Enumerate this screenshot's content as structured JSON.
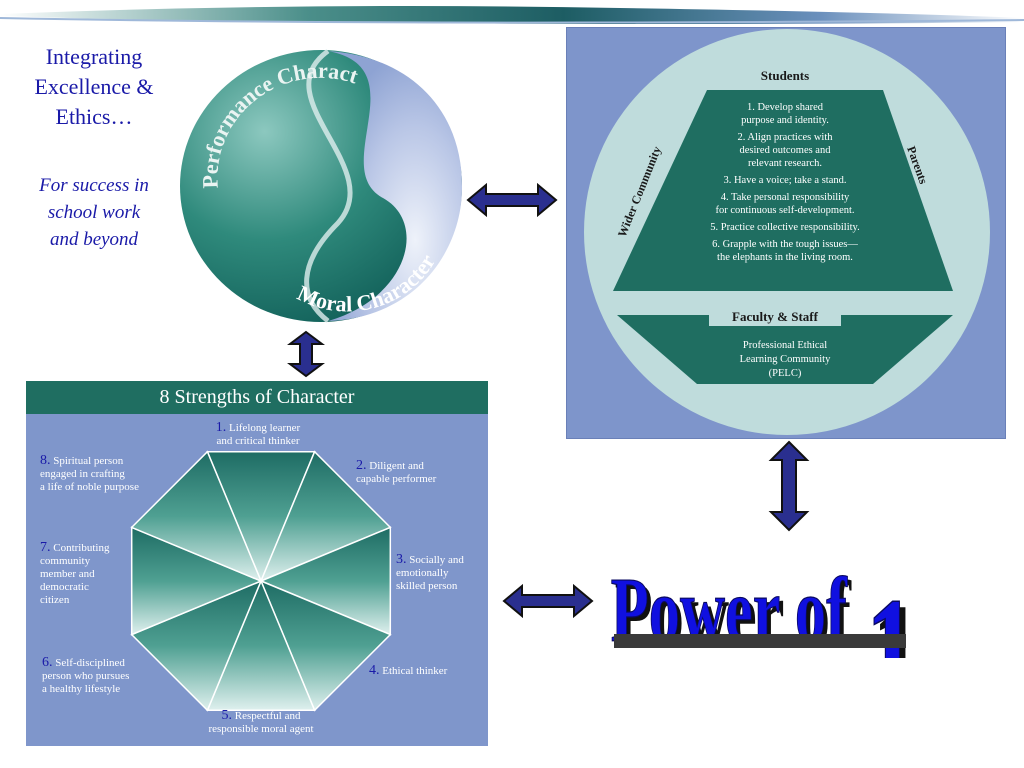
{
  "intro": {
    "title_lines": [
      "Integrating",
      "Excellence &",
      "Ethics…"
    ],
    "subtitle_lines": [
      "For success in",
      "school work",
      "and beyond"
    ]
  },
  "yin_yang": {
    "top_label": "Performance Character",
    "bottom_label": "Moral Character"
  },
  "model": {
    "top_label": "Students",
    "left_label": "Wider Community",
    "right_label": "Parents",
    "principles": [
      [
        "1. Develop shared",
        "purpose and identity."
      ],
      [
        "2. Align practices with",
        "desired outcomes and",
        "relevant research."
      ],
      [
        "3. Have a voice; take a stand."
      ],
      [
        "4. Take personal responsibility",
        "for continuous self-development."
      ],
      [
        "5. Practice collective responsibility."
      ],
      [
        "6. Grapple with the tough issues—",
        "the elephants in the living room."
      ]
    ],
    "bottom_tab": "Faculty & Staff",
    "bottom_body": [
      "Professional Ethical",
      "Learning Community",
      "(PELC)"
    ]
  },
  "strengths": {
    "title": "8 Strengths of Character",
    "items": [
      {
        "num": "1.",
        "lines": [
          "Lifelong learner",
          "and critical thinker"
        ]
      },
      {
        "num": "2.",
        "lines": [
          "Diligent and",
          "capable performer"
        ]
      },
      {
        "num": "3.",
        "lines": [
          "Socially and",
          "emotionally",
          "skilled person"
        ]
      },
      {
        "num": "4.",
        "lines": [
          "Ethical thinker"
        ]
      },
      {
        "num": "5.",
        "lines": [
          "Respectful and",
          "responsible moral agent"
        ]
      },
      {
        "num": "6.",
        "lines": [
          "Self-disciplined",
          "person who pursues",
          "a healthy lifestyle"
        ]
      },
      {
        "num": "7.",
        "lines": [
          "Contributing",
          "community",
          "member and",
          "democratic",
          "citizen"
        ]
      },
      {
        "num": "8.",
        "lines": [
          "Spiritual person",
          "engaged in crafting",
          "a life of noble purpose"
        ]
      }
    ]
  },
  "power": {
    "text": "Power of",
    "number": "1"
  },
  "colors": {
    "teal": "#1f6e61",
    "panel_blue": "#7e95cb",
    "circle_light": "#bfdcdc",
    "arrow_blue": "#2a2f8f",
    "power_blue": "#1010e0"
  }
}
